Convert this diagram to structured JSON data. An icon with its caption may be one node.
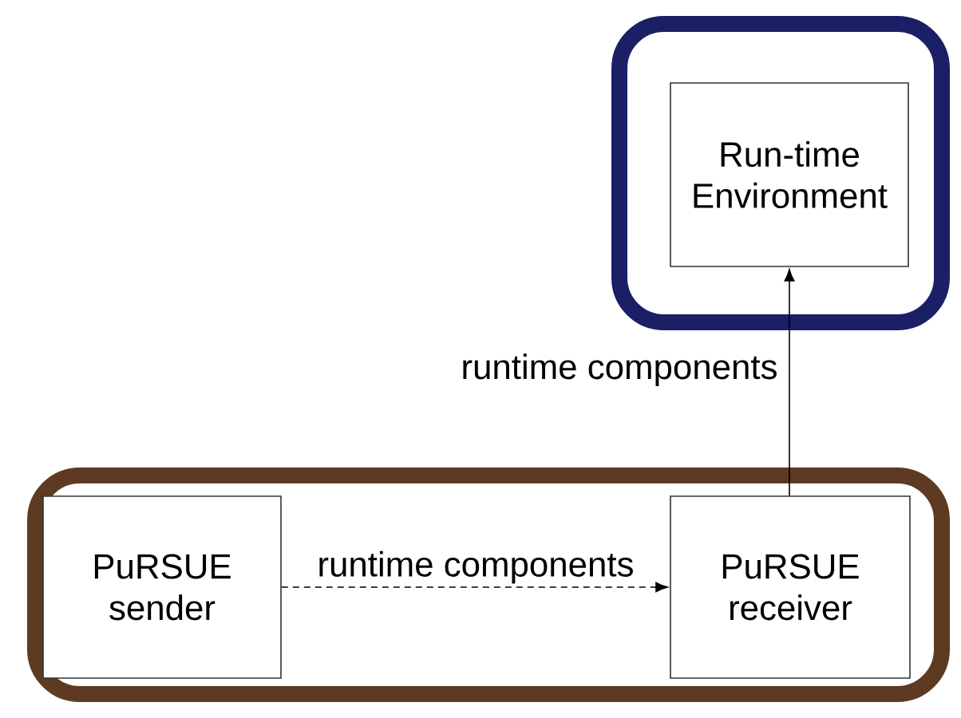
{
  "diagram": {
    "nodes": [
      {
        "text": [],
        "shape": "box"
      },
      {
        "text": [
          "Run-time Environment"
        ],
        "in": 0
      },
      {
        "text": [],
        "shape": "box"
      },
      {
        "text": [
          "PuRSUE sender"
        ],
        "in": 2
      },
      {
        "text": [
          "PuRSUE receiver"
        ],
        "in": 2
      }
    ],
    "edges": [
      {
        "from": 3,
        "to": 4,
        "arrow": "to",
        "label": "runtime components",
        "style": "dashed"
      },
      {
        "from": 4,
        "to": 1,
        "arrow": "to",
        "label": "runtime components"
      }
    ]
  }
}
